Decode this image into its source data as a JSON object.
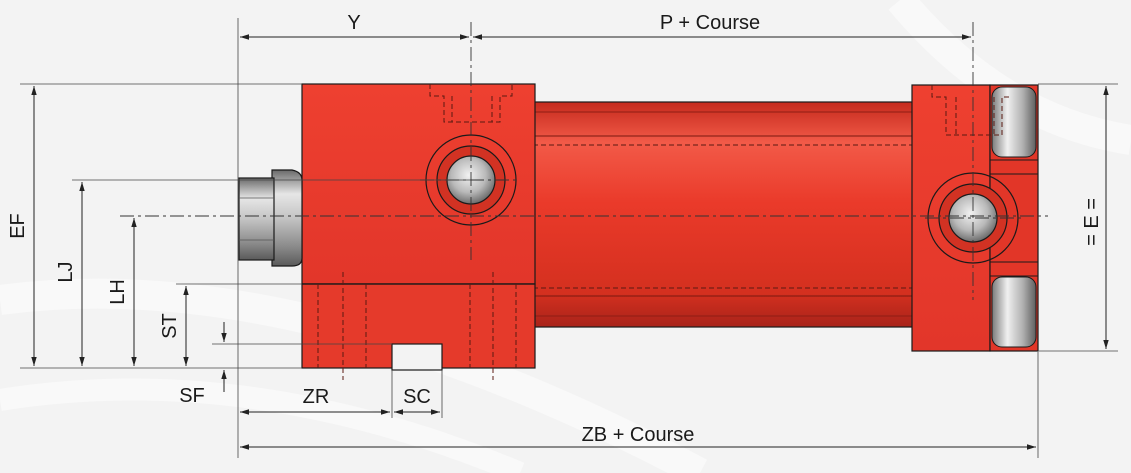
{
  "labels": {
    "y": "Y",
    "p_course": "P + Course",
    "ef": "EF",
    "lj": "LJ",
    "lh": "LH",
    "st": "ST",
    "sf": "SF",
    "zr": "ZR",
    "sc": "SC",
    "zb_course": "ZB + Course",
    "e": "= E ="
  },
  "colors": {
    "body_red": "#ea3a2a",
    "body_red_dark": "#b7251a",
    "body_red_light": "#f46a5a",
    "steel": "#b8b8b8",
    "steel_dark": "#6e6e6e",
    "steel_light": "#eeeeee",
    "background": "#f3f3f3",
    "line": "#222222"
  }
}
